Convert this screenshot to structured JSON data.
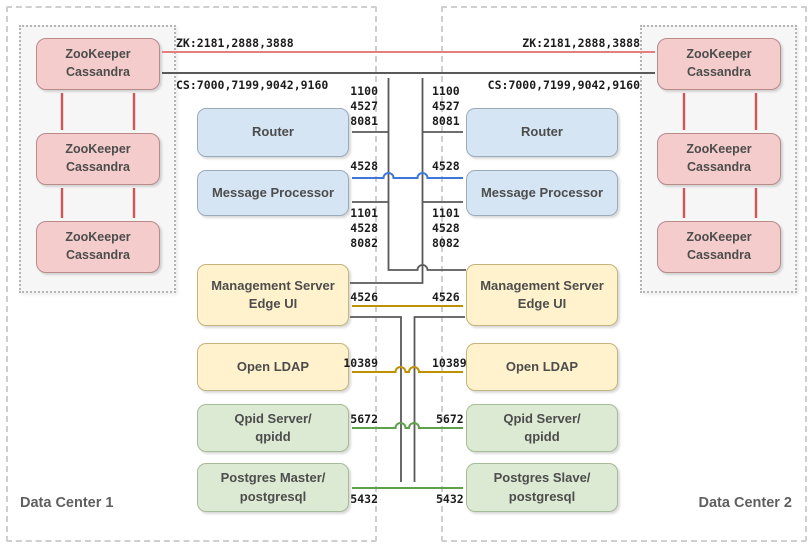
{
  "labels": {
    "dc1": "Data Center 1",
    "dc2": "Data Center 2",
    "zk_ports": "ZK:2181,2888,3888",
    "cs_ports": "CS:7000,7199,9042,9160"
  },
  "cluster_node": {
    "line1": "ZooKeeper",
    "line2": "Cassandra"
  },
  "nodes": {
    "router": "Router",
    "message_processor": "Message Processor",
    "management_server": [
      "Management Server",
      "Edge UI"
    ],
    "open_ldap": "Open LDAP",
    "qpid": [
      "Qpid Server/",
      "qpidd"
    ],
    "postgres_master": [
      "Postgres Master/",
      "postgresql"
    ],
    "postgres_slave": [
      "Postgres Slave/",
      "postgresql"
    ]
  },
  "ports": {
    "router_mgmt": [
      "1100",
      "4527",
      "8081"
    ],
    "mp_data": "4528",
    "mp_mgmt": [
      "1101",
      "4528",
      "8082"
    ],
    "management": "4526",
    "ldap": "10389",
    "qpid": "5672",
    "postgres": "5432"
  },
  "colors": {
    "zk_link": "#e57f7f",
    "cluster_link": "#d05555",
    "dark_link": "#595959",
    "data_link": "#3d78d8",
    "mgmt_link": "#bf9000",
    "db_link": "#5fa04a"
  }
}
